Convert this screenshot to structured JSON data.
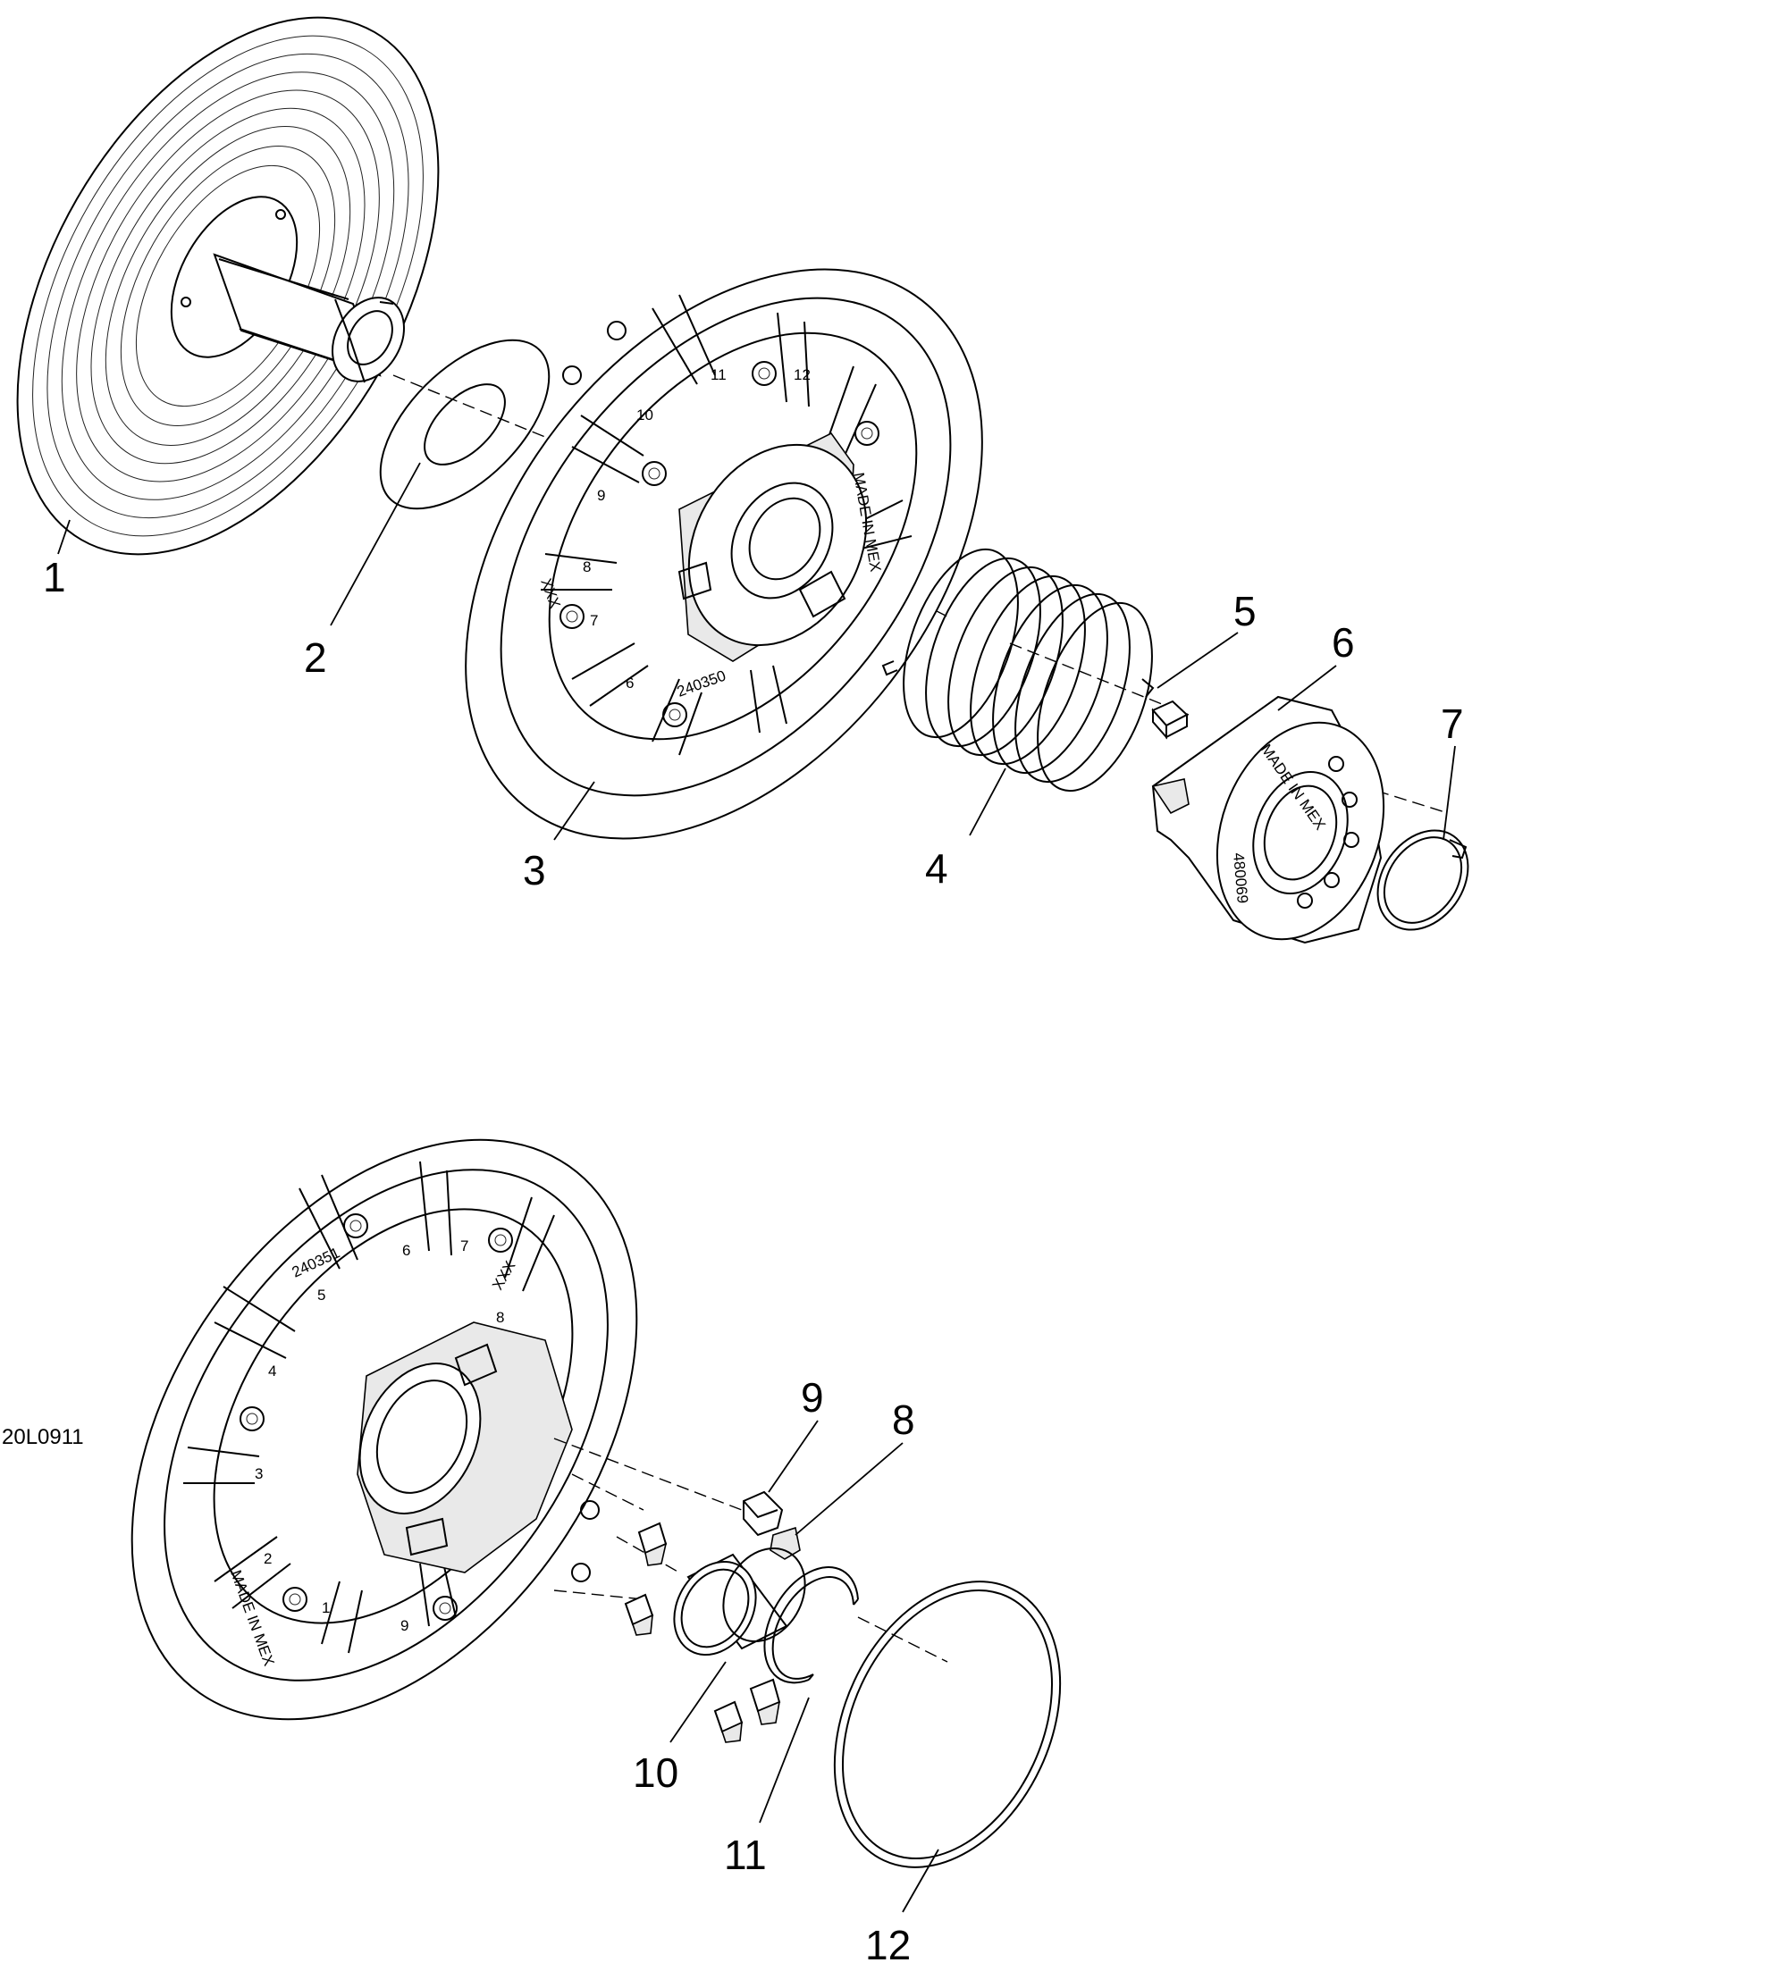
{
  "drawing": {
    "reference_code": "20L0911",
    "callouts": [
      "1",
      "2",
      "3",
      "4",
      "5",
      "6",
      "7",
      "8",
      "9",
      "10",
      "11",
      "12"
    ],
    "engravings": {
      "sheave_top_part_no": "240350",
      "sheave_bottom_part_no": "240351",
      "sheave_xxx": "XXX",
      "cam_made_in": "MADE IN MEX",
      "cam_part_no": "480069",
      "ramp_numbers": [
        "1",
        "2",
        "3",
        "4",
        "5",
        "6",
        "7",
        "8",
        "9",
        "10",
        "11",
        "12"
      ]
    }
  }
}
